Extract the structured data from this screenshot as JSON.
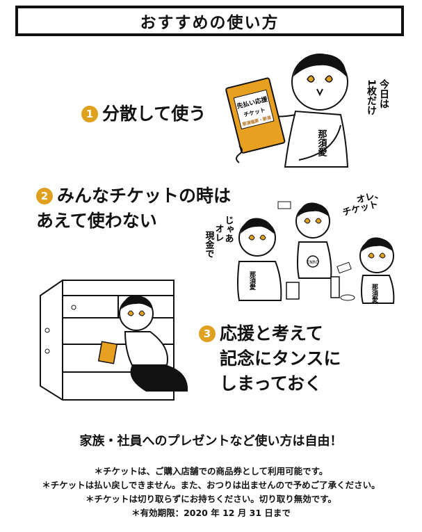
{
  "title": "おすすめの使い方",
  "tips": [
    {
      "number": "1",
      "lines": [
        "分散して使う"
      ]
    },
    {
      "number": "2",
      "lines": [
        "みんなチケットの時は",
        "あえて使わない"
      ]
    },
    {
      "number": "3",
      "lines": [
        "応援と考えて",
        "記念にタンスに",
        "しまっておく"
      ]
    }
  ],
  "illustration1": {
    "speech": [
      "今日は",
      "1枚だけ"
    ],
    "shirt": "那須愛",
    "ticket": [
      "先払い応援",
      "チケット",
      "那須塩原・那須"
    ]
  },
  "illustration2": {
    "speech_left": [
      "じゃあ",
      "オレ",
      "現金で"
    ],
    "speech_right": [
      "オレ、",
      "チケット"
    ],
    "shirt": "那須愛",
    "badge": "ENRO"
  },
  "free_use": "家族・社員へのプレゼントなど使い方は自由！",
  "notes": [
    "＊チケットは、ご購入店舗での商品券として利用可能です。",
    "＊チケットは払い戻しできません。また、おつりは出ませんので予めご了承ください。",
    "＊チケットは切り取らずにお持ちください。切り取り無効です。",
    "＊有効期限：2020 年 12 月 31 日まで"
  ],
  "colors": {
    "accent": "#e0a020",
    "ticket": "#e8a020",
    "ink": "#111111"
  }
}
